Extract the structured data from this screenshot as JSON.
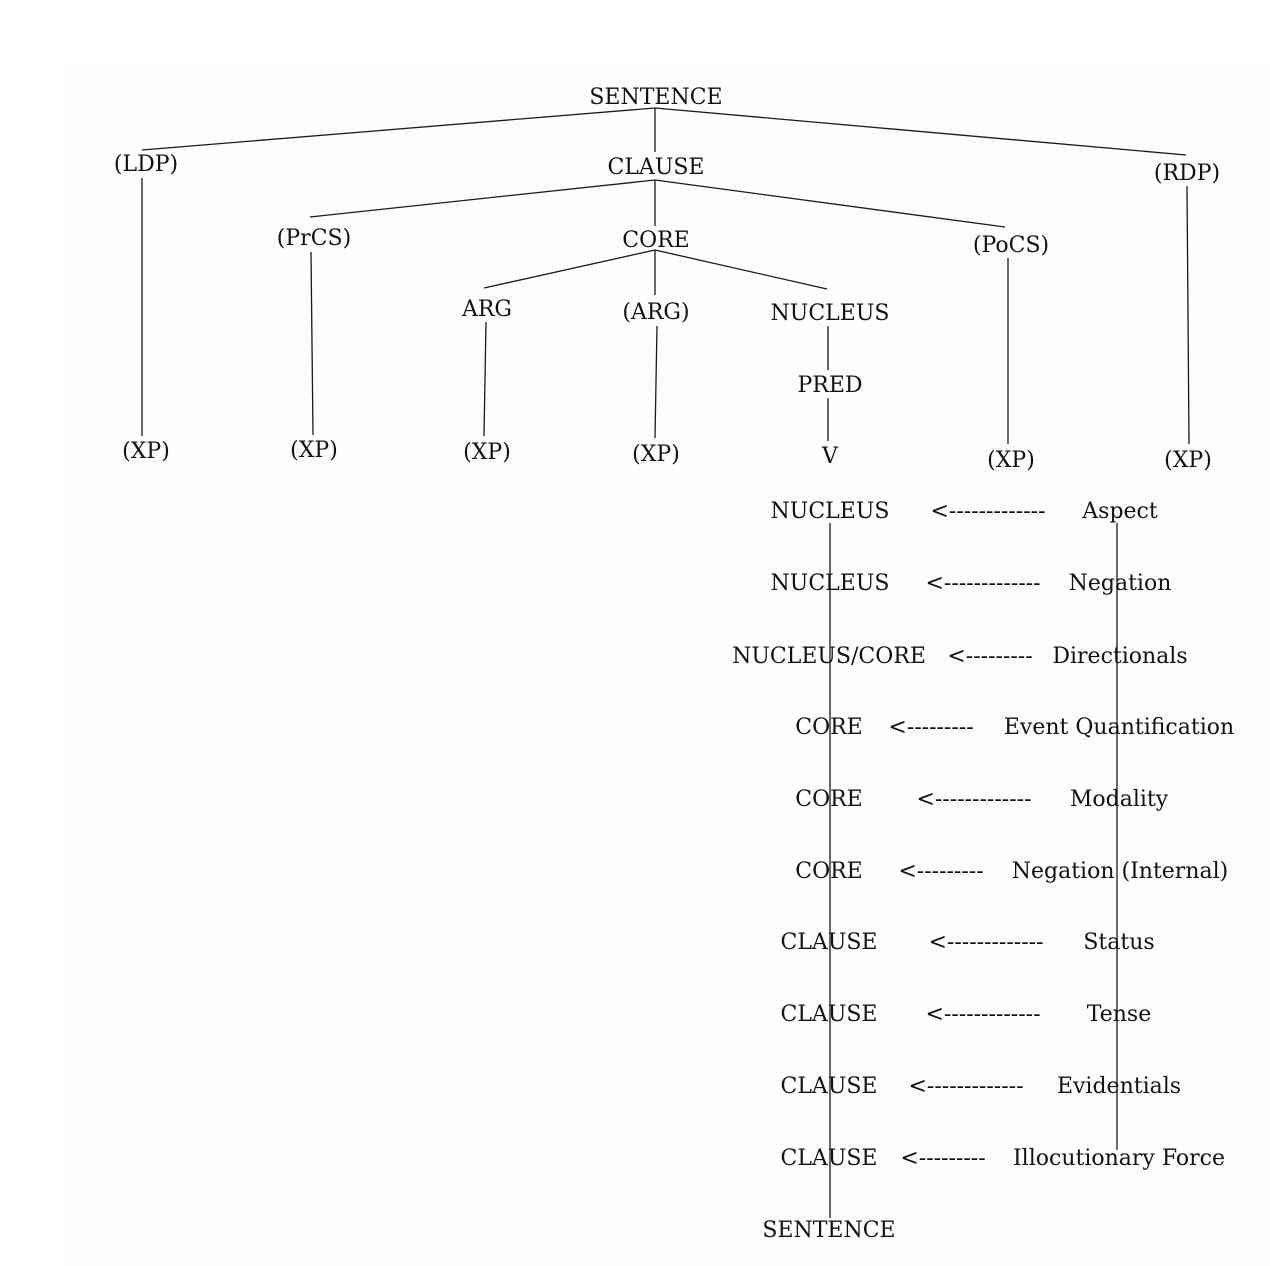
{
  "tree": {
    "sentence": "SENTENCE",
    "ldp": "(LDP)",
    "clause": "CLAUSE",
    "rdp": "(RDP)",
    "prcs": "(PrCS)",
    "core": "CORE",
    "pocs": "(PoCS)",
    "arg": "ARG",
    "arg_optional": "(ARG)",
    "nucleus": "NUCLEUS",
    "pred": "PRED",
    "v": "V",
    "xp_ldp": "(XP)",
    "xp_prcs": "(XP)",
    "xp_arg": "(XP)",
    "xp_arg_optional": "(XP)",
    "xp_pocs": "(XP)",
    "xp_rdp": "(XP)"
  },
  "operators": {
    "layers": [
      {
        "layer": "NUCLEUS",
        "arrow": "<-------------",
        "operator": "Aspect"
      },
      {
        "layer": "NUCLEUS",
        "arrow": "<-------------",
        "operator": "Negation"
      },
      {
        "layer": "NUCLEUS/CORE",
        "arrow": "<---------",
        "operator": "Directionals"
      },
      {
        "layer": "CORE",
        "arrow": "<---------",
        "operator": "Event Quantification"
      },
      {
        "layer": "CORE",
        "arrow": "<-------------",
        "operator": "Modality"
      },
      {
        "layer": "CORE",
        "arrow": "<---------",
        "operator": "Negation (Internal)"
      },
      {
        "layer": "CLAUSE",
        "arrow": "<-------------",
        "operator": "Status"
      },
      {
        "layer": "CLAUSE",
        "arrow": "<-------------",
        "operator": "Tense"
      },
      {
        "layer": "CLAUSE",
        "arrow": "<-------------",
        "operator": "Evidentials"
      },
      {
        "layer": "CLAUSE",
        "arrow": "<---------",
        "operator": "Illocutionary Force"
      }
    ],
    "bottom": "SENTENCE"
  }
}
